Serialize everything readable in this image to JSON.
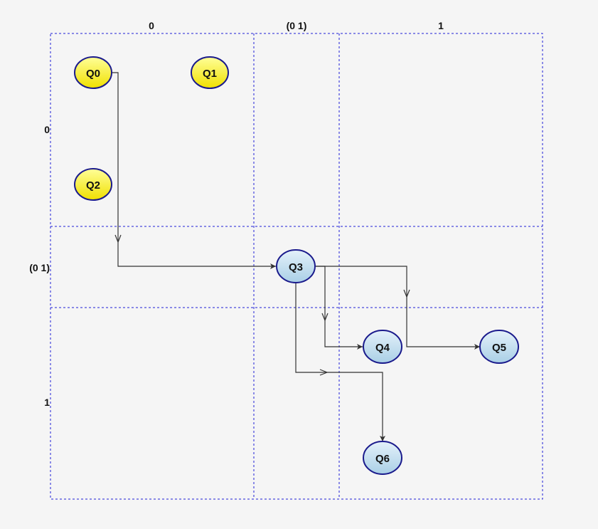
{
  "columns": [
    "0",
    "(0 1)",
    "1"
  ],
  "rows": [
    "0",
    "(0 1)",
    "1"
  ],
  "nodes": [
    {
      "id": "Q0",
      "label": "Q0",
      "column": "0",
      "row": "0",
      "style": "yellow"
    },
    {
      "id": "Q1",
      "label": "Q1",
      "column": "0",
      "row": "0",
      "style": "yellow"
    },
    {
      "id": "Q2",
      "label": "Q2",
      "column": "0",
      "row": "0",
      "style": "yellow"
    },
    {
      "id": "Q3",
      "label": "Q3",
      "column": "(0 1)",
      "row": "(0 1)",
      "style": "blue"
    },
    {
      "id": "Q4",
      "label": "Q4",
      "column": "1",
      "row": "1",
      "style": "blue"
    },
    {
      "id": "Q5",
      "label": "Q5",
      "column": "1",
      "row": "1",
      "style": "blue"
    },
    {
      "id": "Q6",
      "label": "Q6",
      "column": "1",
      "row": "1",
      "style": "blue"
    }
  ],
  "edges": [
    {
      "from": "Q0",
      "to": "Q3"
    },
    {
      "from": "Q3",
      "to": "Q4"
    },
    {
      "from": "Q3",
      "to": "Q5"
    },
    {
      "from": "Q3",
      "to": "Q6"
    }
  ],
  "colors": {
    "background": "#f5f5f5",
    "grid": "#1f1fd6",
    "edge": "#333333",
    "node_border": "#1a1a8c",
    "yellow_light": "#ffff99",
    "yellow_dark": "#f0e000",
    "blue_light": "#e4f1fa",
    "blue_dark": "#a9cfe6"
  }
}
